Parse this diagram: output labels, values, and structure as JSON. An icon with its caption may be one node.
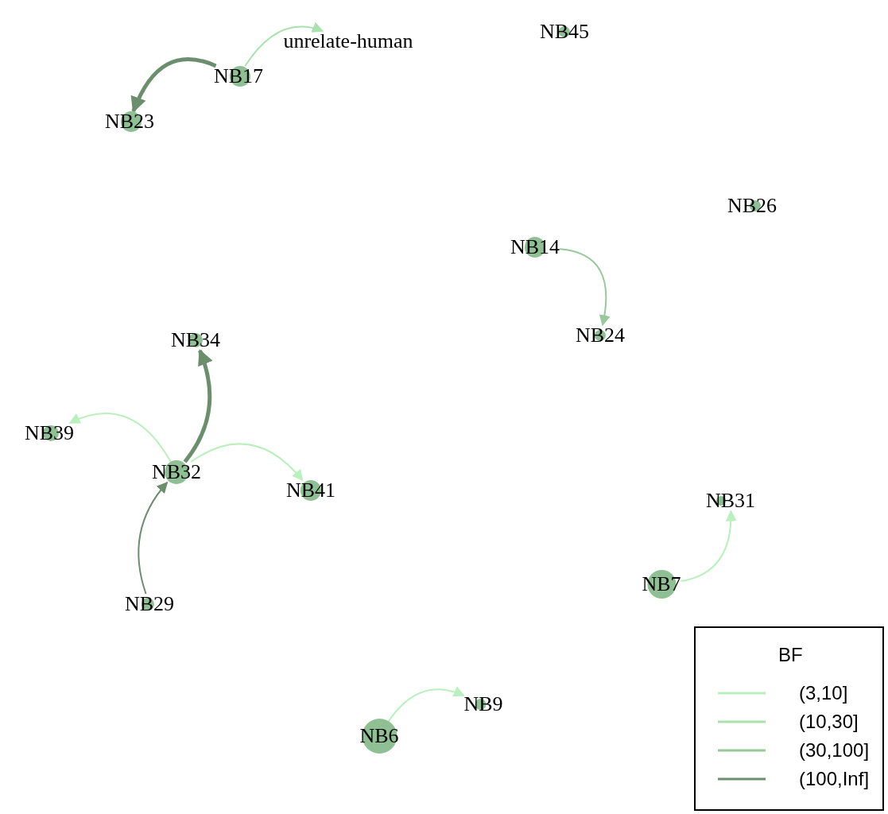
{
  "diagram": {
    "nodes": [
      {
        "text": [
          "unrelate-human"
        ]
      },
      {
        "text": [
          "NB45"
        ]
      },
      {
        "text": [
          "NB17"
        ]
      },
      {
        "text": [
          "NB23"
        ]
      },
      {
        "text": [
          "NB26"
        ]
      },
      {
        "text": [
          "NB14"
        ]
      },
      {
        "text": [
          "NB24"
        ]
      },
      {
        "text": [
          "NB34"
        ]
      },
      {
        "text": [
          "NB39"
        ]
      },
      {
        "text": [
          "NB32"
        ]
      },
      {
        "text": [
          "NB41"
        ]
      },
      {
        "text": [
          "NB31"
        ]
      },
      {
        "text": [
          "NB7"
        ]
      },
      {
        "text": [
          "NB29"
        ]
      },
      {
        "text": [
          "NB9"
        ]
      },
      {
        "text": [
          "NB6"
        ]
      }
    ],
    "edges": [
      {
        "from": 2,
        "to": 0,
        "arrow": "to",
        "color": "#a9e2ac"
      },
      {
        "from": 2,
        "to": 3,
        "arrow": "to",
        "style": "thick",
        "color": "#6b8f6d"
      },
      {
        "from": 5,
        "to": 6,
        "arrow": "to",
        "color": "#97c99a"
      },
      {
        "from": 9,
        "to": 7,
        "arrow": "to",
        "style": "thick",
        "color": "#6b8f6d"
      },
      {
        "from": 9,
        "to": 8,
        "arrow": "to"
      },
      {
        "from": 9,
        "to": 10,
        "arrow": "to"
      },
      {
        "from": 13,
        "to": 9,
        "arrow": "to",
        "color": "#6b8f6d"
      },
      {
        "from": 12,
        "to": 11,
        "arrow": "to"
      },
      {
        "from": 15,
        "to": 14,
        "arrow": "to"
      }
    ],
    "labels": [
      "BF"
    ],
    "legend": [
      {
        "text": "(3,10]"
      },
      {
        "text": "(10,30]"
      },
      {
        "text": "(30,100]"
      },
      {
        "text": "(100,Inf]"
      }
    ]
  }
}
